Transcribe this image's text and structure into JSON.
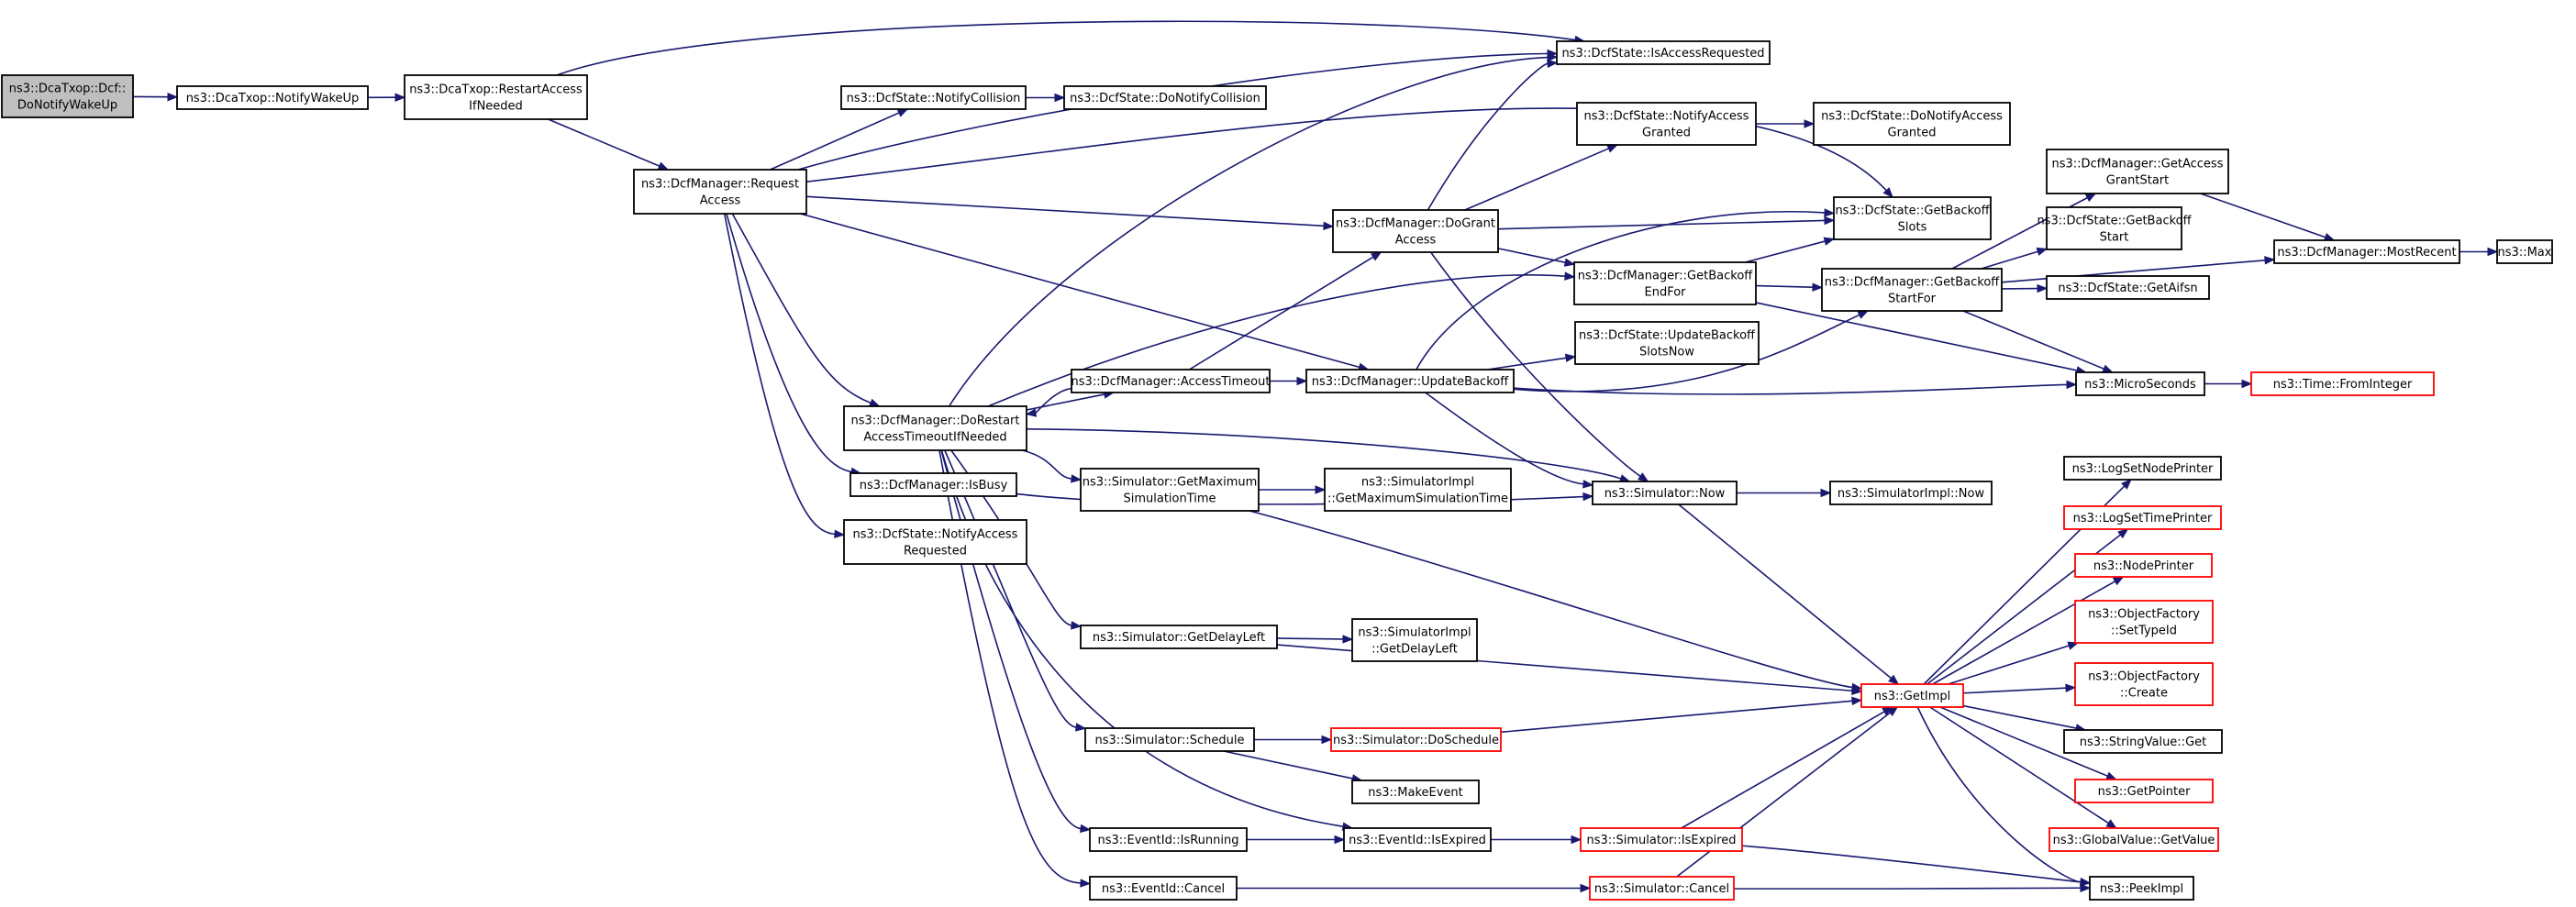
{
  "colors": {
    "edge": "#191970",
    "node_border": "#000000",
    "truncated_border": "#ff0000",
    "root_fill": "#bfbfbf",
    "node_fill": "#ffffff"
  },
  "nodes": {
    "n1": {
      "lines": [
        "ns3::DcaTxop::Dcf::",
        "DoNotifyWakeUp"
      ],
      "root": true
    },
    "n2": {
      "lines": [
        "ns3::DcaTxop::NotifyWakeUp"
      ]
    },
    "n3": {
      "lines": [
        "ns3::DcaTxop::RestartAccess",
        "IfNeeded"
      ]
    },
    "n4": {
      "lines": [
        "ns3::DcfManager::Request",
        "Access"
      ]
    },
    "n5": {
      "lines": [
        "ns3::DcfState::NotifyCollision"
      ]
    },
    "n6": {
      "lines": [
        "ns3::DcfState::DoNotifyCollision"
      ]
    },
    "n7": {
      "lines": [
        "ns3::DcfState::IsAccessRequested"
      ]
    },
    "n8": {
      "lines": [
        "ns3::DcfState::NotifyAccess",
        "Granted"
      ]
    },
    "n9": {
      "lines": [
        "ns3::DcfState::DoNotifyAccess",
        "Granted"
      ]
    },
    "n10": {
      "lines": [
        "ns3::DcfManager::DoGrant",
        "Access"
      ]
    },
    "n11": {
      "lines": [
        "ns3::DcfState::GetBackoff",
        "Slots"
      ]
    },
    "n12": {
      "lines": [
        "ns3::DcfManager::GetBackoff",
        "EndFor"
      ]
    },
    "n13": {
      "lines": [
        "ns3::DcfManager::GetBackoff",
        "StartFor"
      ]
    },
    "n14": {
      "lines": [
        "ns3::DcfManager::GetAccess",
        "GrantStart"
      ]
    },
    "n15": {
      "lines": [
        "ns3::DcfState::GetBackoff",
        "Start"
      ]
    },
    "n16": {
      "lines": [
        "ns3::DcfState::GetAifsn"
      ]
    },
    "n17": {
      "lines": [
        "ns3::DcfManager::MostRecent"
      ]
    },
    "n18": {
      "lines": [
        "ns3::Max"
      ]
    },
    "n19": {
      "lines": [
        "ns3::DcfState::UpdateBackoff",
        "SlotsNow"
      ]
    },
    "n20": {
      "lines": [
        "ns3::DcfManager::AccessTimeout"
      ]
    },
    "n21": {
      "lines": [
        "ns3::DcfManager::UpdateBackoff"
      ]
    },
    "n22": {
      "lines": [
        "ns3::MicroSeconds"
      ]
    },
    "n23": {
      "lines": [
        "ns3::Time::FromInteger"
      ],
      "truncated": true
    },
    "n24": {
      "lines": [
        "ns3::DcfManager::DoRestart",
        "AccessTimeoutIfNeeded"
      ]
    },
    "n25": {
      "lines": [
        "ns3::DcfManager::IsBusy"
      ]
    },
    "n26": {
      "lines": [
        "ns3::DcfState::NotifyAccess",
        "Requested"
      ]
    },
    "n27": {
      "lines": [
        "ns3::Simulator::GetMaximum",
        "SimulationTime"
      ]
    },
    "n28": {
      "lines": [
        "ns3::SimulatorImpl",
        "::GetMaximumSimulationTime"
      ]
    },
    "n29": {
      "lines": [
        "ns3::Simulator::Now"
      ]
    },
    "n30": {
      "lines": [
        "ns3::SimulatorImpl::Now"
      ]
    },
    "n31": {
      "lines": [
        "ns3::Simulator::GetDelayLeft"
      ]
    },
    "n32": {
      "lines": [
        "ns3::SimulatorImpl",
        "::GetDelayLeft"
      ]
    },
    "n33": {
      "lines": [
        "ns3::GetImpl"
      ],
      "truncated": true
    },
    "n34": {
      "lines": [
        "ns3::Simulator::Schedule"
      ]
    },
    "n35": {
      "lines": [
        "ns3::Simulator::DoSchedule"
      ],
      "truncated": true
    },
    "n36": {
      "lines": [
        "ns3::MakeEvent"
      ]
    },
    "n37": {
      "lines": [
        "ns3::EventId::IsRunning"
      ]
    },
    "n38": {
      "lines": [
        "ns3::EventId::IsExpired"
      ]
    },
    "n39": {
      "lines": [
        "ns3::Simulator::IsExpired"
      ],
      "truncated": true
    },
    "n40": {
      "lines": [
        "ns3::EventId::Cancel"
      ]
    },
    "n41": {
      "lines": [
        "ns3::Simulator::Cancel"
      ],
      "truncated": true
    },
    "n42": {
      "lines": [
        "ns3::PeekImpl"
      ]
    },
    "n43": {
      "lines": [
        "ns3::LogSetNodePrinter"
      ]
    },
    "n44": {
      "lines": [
        "ns3::LogSetTimePrinter"
      ],
      "truncated": true
    },
    "n45": {
      "lines": [
        "ns3::NodePrinter"
      ],
      "truncated": true
    },
    "n46": {
      "lines": [
        "ns3::ObjectFactory",
        "::SetTypeId"
      ],
      "truncated": true
    },
    "n47": {
      "lines": [
        "ns3::ObjectFactory",
        "::Create"
      ],
      "truncated": true
    },
    "n48": {
      "lines": [
        "ns3::StringValue::Get"
      ]
    },
    "n49": {
      "lines": [
        "ns3::GetPointer"
      ],
      "truncated": true
    },
    "n50": {
      "lines": [
        "ns3::GlobalValue::GetValue"
      ],
      "truncated": true
    }
  },
  "edges": [
    [
      "n1",
      "n2"
    ],
    [
      "n2",
      "n3"
    ],
    [
      "n3",
      "n4"
    ],
    [
      "n3",
      "n7"
    ],
    [
      "n4",
      "n5"
    ],
    [
      "n4",
      "n7"
    ],
    [
      "n4",
      "n11"
    ],
    [
      "n4",
      "n10"
    ],
    [
      "n4",
      "n21"
    ],
    [
      "n4",
      "n24"
    ],
    [
      "n4",
      "n25"
    ],
    [
      "n4",
      "n26"
    ],
    [
      "n5",
      "n6"
    ],
    [
      "n10",
      "n7"
    ],
    [
      "n10",
      "n8"
    ],
    [
      "n10",
      "n11"
    ],
    [
      "n10",
      "n12"
    ],
    [
      "n10",
      "n29"
    ],
    [
      "n8",
      "n9"
    ],
    [
      "n12",
      "n11"
    ],
    [
      "n12",
      "n13"
    ],
    [
      "n12",
      "n22"
    ],
    [
      "n13",
      "n14"
    ],
    [
      "n13",
      "n15"
    ],
    [
      "n13",
      "n16"
    ],
    [
      "n13",
      "n17"
    ],
    [
      "n13",
      "n22"
    ],
    [
      "n14",
      "n17"
    ],
    [
      "n17",
      "n18"
    ],
    [
      "n22",
      "n23"
    ],
    [
      "n20",
      "n10"
    ],
    [
      "n20",
      "n21"
    ],
    [
      "n20",
      "n24"
    ],
    [
      "n21",
      "n19"
    ],
    [
      "n21",
      "n11"
    ],
    [
      "n21",
      "n13"
    ],
    [
      "n21",
      "n22"
    ],
    [
      "n21",
      "n29"
    ],
    [
      "n24",
      "n7"
    ],
    [
      "n24",
      "n12"
    ],
    [
      "n24",
      "n20"
    ],
    [
      "n24",
      "n27"
    ],
    [
      "n24",
      "n29"
    ],
    [
      "n24",
      "n31"
    ],
    [
      "n24",
      "n34"
    ],
    [
      "n24",
      "n37"
    ],
    [
      "n24",
      "n38"
    ],
    [
      "n24",
      "n40"
    ],
    [
      "n25",
      "n29"
    ],
    [
      "n27",
      "n28"
    ],
    [
      "n27",
      "n33"
    ],
    [
      "n29",
      "n30"
    ],
    [
      "n29",
      "n33"
    ],
    [
      "n31",
      "n32"
    ],
    [
      "n31",
      "n33"
    ],
    [
      "n34",
      "n35"
    ],
    [
      "n34",
      "n36"
    ],
    [
      "n35",
      "n33"
    ],
    [
      "n37",
      "n38"
    ],
    [
      "n38",
      "n39"
    ],
    [
      "n39",
      "n33"
    ],
    [
      "n39",
      "n42"
    ],
    [
      "n40",
      "n41"
    ],
    [
      "n41",
      "n33"
    ],
    [
      "n41",
      "n42"
    ],
    [
      "n33",
      "n42"
    ],
    [
      "n33",
      "n43"
    ],
    [
      "n33",
      "n44"
    ],
    [
      "n33",
      "n45"
    ],
    [
      "n33",
      "n46"
    ],
    [
      "n33",
      "n47"
    ],
    [
      "n33",
      "n48"
    ],
    [
      "n33",
      "n49"
    ],
    [
      "n33",
      "n50"
    ]
  ]
}
